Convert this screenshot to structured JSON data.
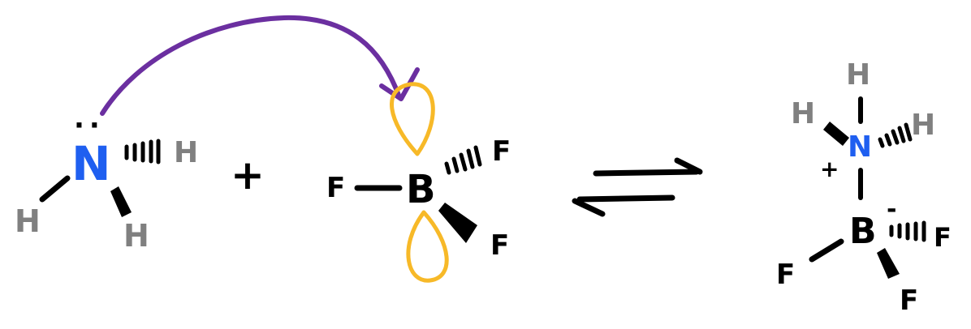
{
  "colors": {
    "bond": "#000000",
    "nitrogen": "#1f5ff0",
    "hydrogen": "#808080",
    "arrow": "#6b2fa0",
    "orbital": "#f7b928"
  },
  "reactants": {
    "ammonia": {
      "n": "N",
      "h_hash": "H",
      "h_wedge": "H",
      "h_plain": "H",
      "lone_pair": "··"
    },
    "plus": "+",
    "bf3": {
      "b": "B",
      "f_left": "F",
      "f_hash": "F",
      "f_wedge": "F"
    }
  },
  "equilibrium_icon": "equilibrium-arrows",
  "curved_arrow_icon": "curved-electron-arrow",
  "product": {
    "n": "N",
    "h_top": "H",
    "h_left": "H",
    "h_right": "H",
    "n_charge": "+",
    "b": "B",
    "b_charge": "-",
    "f_left": "F",
    "f_right": "F",
    "f_bottom": "F"
  }
}
